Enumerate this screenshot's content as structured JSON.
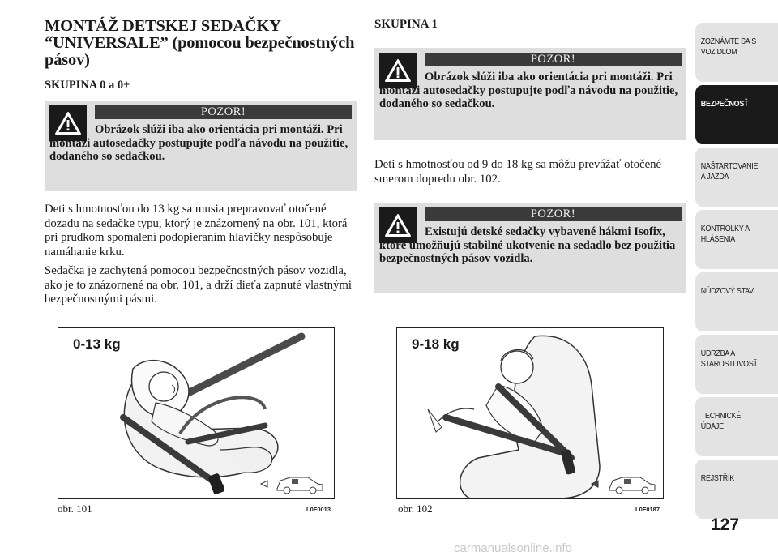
{
  "left": {
    "title": "MONTÁŽ DETSKEJ SEDAČKY “UNIVERSALE” (pomocou bezpečnostných pásov)",
    "subtitle": "SKUPINA 0 a 0+",
    "warning": {
      "head": "POZOR!",
      "text": "Obrázok slúži iba ako orientácia pri montáži. Pri montáži autosedačky postupujte podľa návodu na použitie, dodaného so sedačkou."
    },
    "para1": "Deti s hmotnosťou do 13 kg sa musia prepravovať otočené dozadu na sedačke typu, ktorý je znázornený na obr. 101, ktorá pri prudkom spomalení podopieraním hlavičky nespôsobuje namáhanie krku.",
    "para2": "Sedačka je zachytená pomocou bezpečnostných pásov vozidla, ako je to znázornené na obr. 101, a drží dieťa zapnuté vlastnými bezpečnostnými pásmi.",
    "figure": {
      "weight": "0-13 kg",
      "caption": "obr. 101",
      "code": "L0F0013"
    }
  },
  "right": {
    "subtitle": "SKUPINA 1",
    "warning1": {
      "head": "POZOR!",
      "text": "Obrázok slúži iba ako orientácia pri montáži. Pri montáži autosedačky postupujte podľa návodu na použitie, dodaného so sedačkou."
    },
    "para1": "Deti s hmotnosťou od 9 do 18 kg sa môžu prevážať otočené smerom dopredu obr. 102.",
    "warning2": {
      "head": "POZOR!",
      "text": "Existujú detské sedačky vybavené hákmi Isofix, ktoré umožňujú stabilné ukotvenie na sedadlo bez použitia bezpečnostných pásov vozidla."
    },
    "figure": {
      "weight": "9-18 kg",
      "caption": "obr. 102",
      "code": "L0F0187"
    }
  },
  "sidebar": {
    "tabs": [
      {
        "line1": "ZOZNÁMTE SA S",
        "line2": "VOZIDLOM"
      },
      {
        "line1": "BEZPEČNOSŤ",
        "line2": ""
      },
      {
        "line1": "NAŠTARTOVANIE",
        "line2": "A JAZDA"
      },
      {
        "line1": "KONTROLKY A",
        "line2": "HLÁSENIA"
      },
      {
        "line1": "NÚDZOVÝ STAV",
        "line2": ""
      },
      {
        "line1": "ÚDRŽBA A",
        "line2": "STAROSTLIVOSŤ"
      },
      {
        "line1": "TECHNICKÉ",
        "line2": "ÚDAJE"
      },
      {
        "line1": "REJSTŘÍK",
        "line2": ""
      }
    ],
    "active_index": 1
  },
  "page_number": "127",
  "watermark": "carmanualsonline.info",
  "colors": {
    "warning_bg": "#dedede",
    "warning_head": "#3a3a3a",
    "tab_bg": "#e3e3e3",
    "tab_active": "#1a1a1a"
  }
}
